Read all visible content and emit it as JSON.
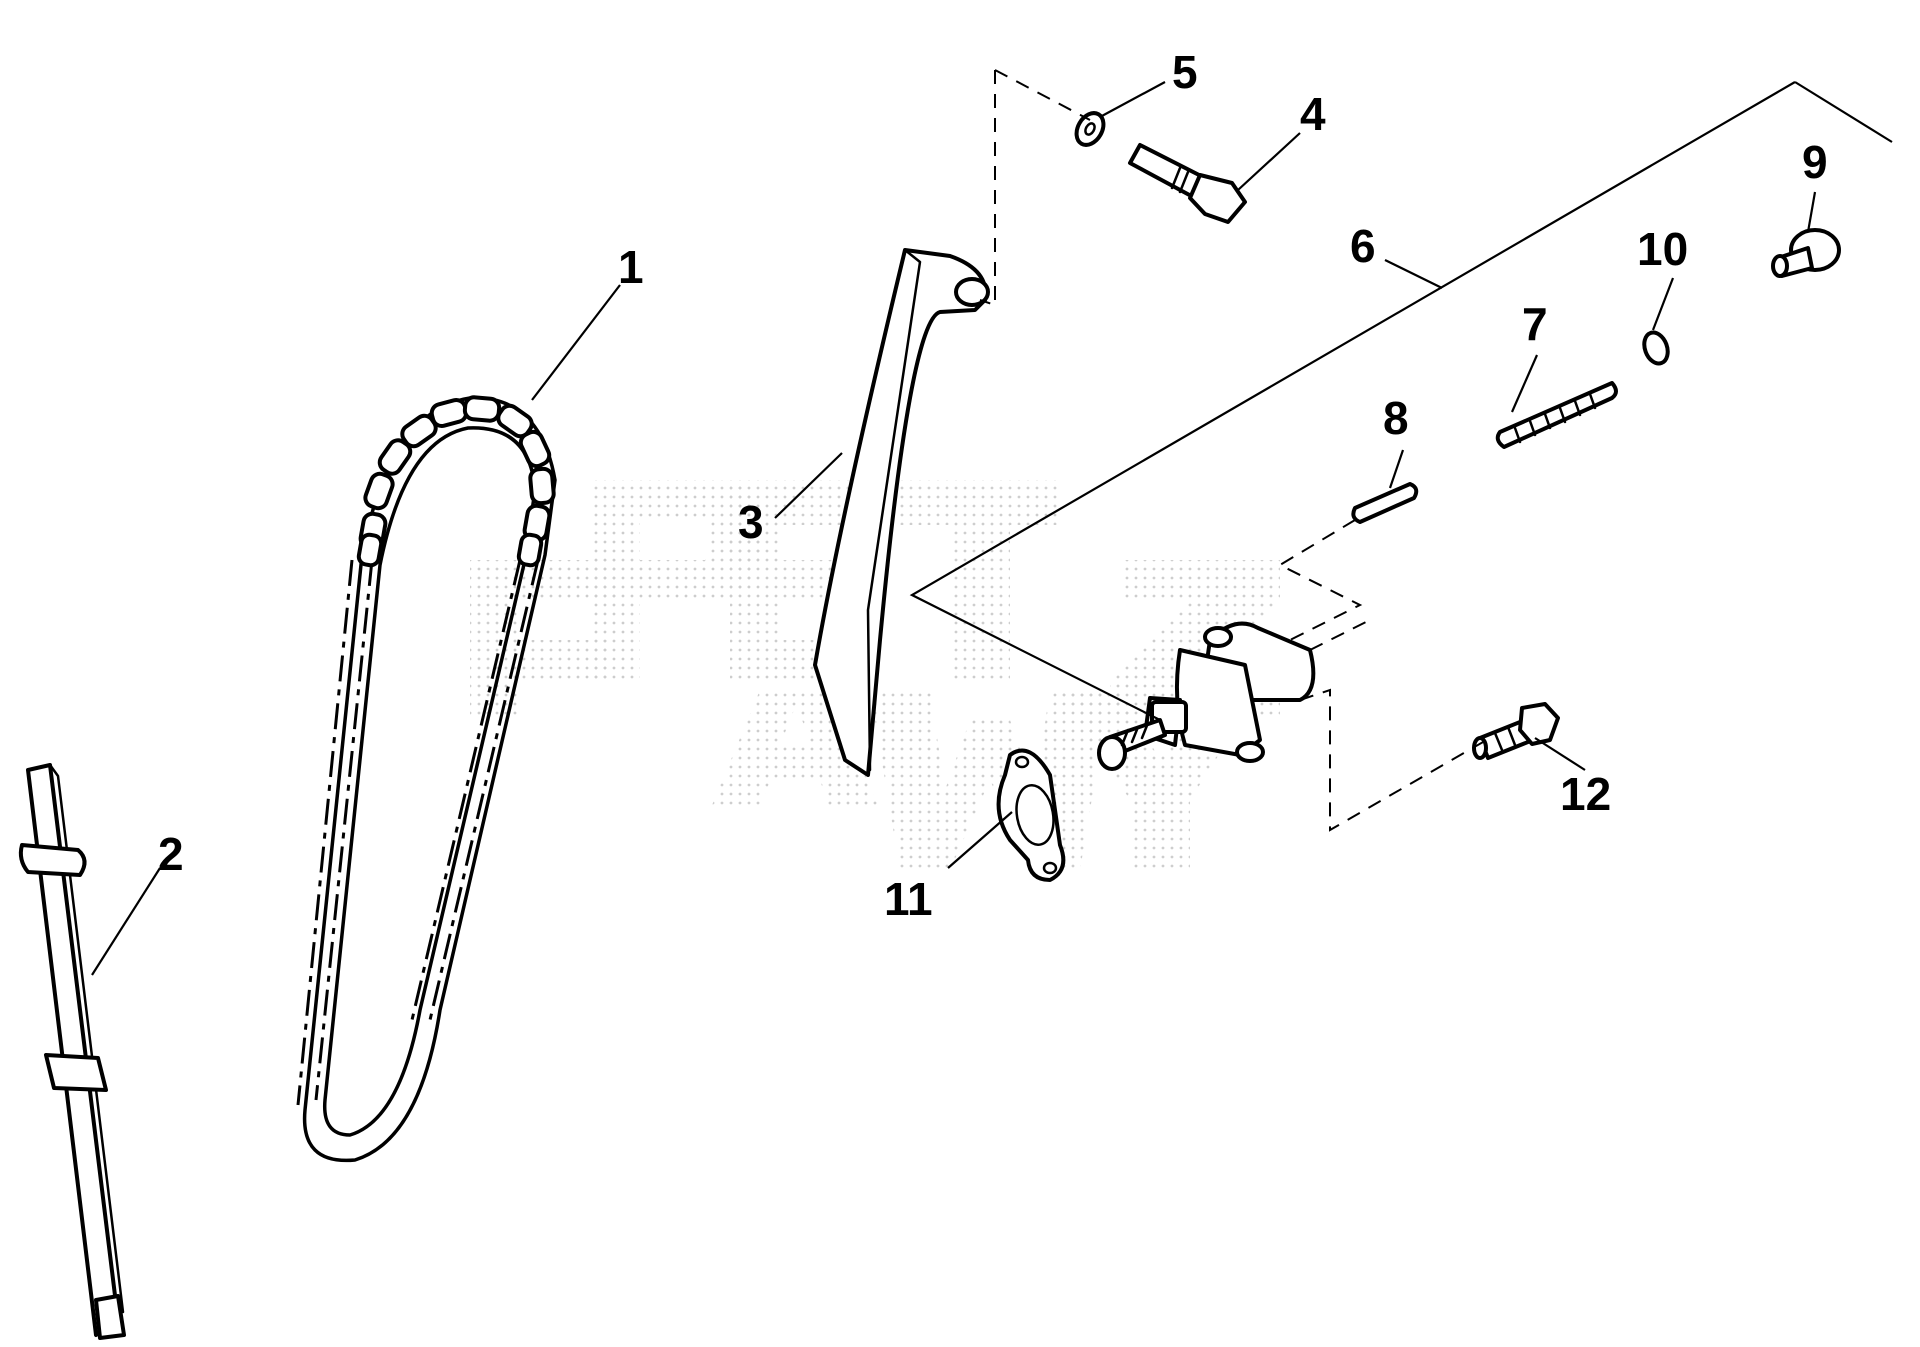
{
  "diagram": {
    "callouts": [
      {
        "id": "1",
        "label": "1"
      },
      {
        "id": "2",
        "label": "2"
      },
      {
        "id": "3",
        "label": "3"
      },
      {
        "id": "4",
        "label": "4"
      },
      {
        "id": "5",
        "label": "5"
      },
      {
        "id": "6",
        "label": "6"
      },
      {
        "id": "7",
        "label": "7"
      },
      {
        "id": "8",
        "label": "8"
      },
      {
        "id": "9",
        "label": "9"
      },
      {
        "id": "10",
        "label": "10"
      },
      {
        "id": "11",
        "label": "11"
      },
      {
        "id": "12",
        "label": "12"
      }
    ]
  },
  "colors": {
    "ink": "#000000",
    "background": "#ffffff",
    "watermark": "#cfcfcf"
  }
}
